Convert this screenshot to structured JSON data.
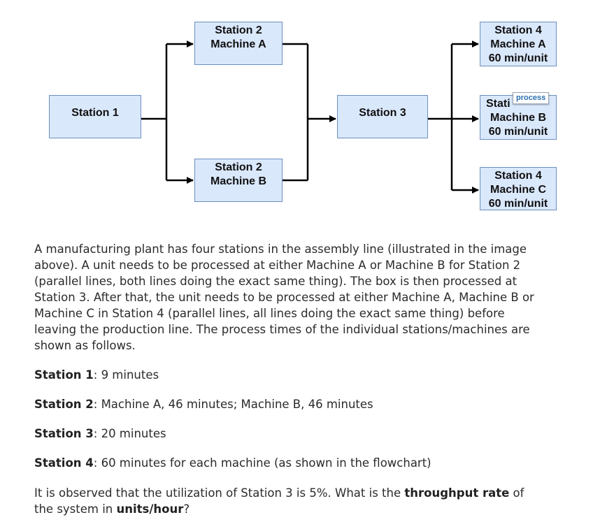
{
  "diagram": {
    "station1": {
      "line1": "Station 1"
    },
    "station2a": {
      "line1": "Station 2",
      "line2": "Machine A"
    },
    "station2b": {
      "line1": "Station 2",
      "line2": "Machine B"
    },
    "station3": {
      "line1": "Station 3"
    },
    "station4a": {
      "line1": "Station 4",
      "line2": "Machine A",
      "line3": "60 min/unit"
    },
    "station4b": {
      "line1": "Stati",
      "line2": "Machine B",
      "line3": "60 min/unit"
    },
    "station4c": {
      "line1": "Station 4",
      "line2": "Machine C",
      "line3": "60 min/unit"
    },
    "tooltip": "process",
    "colors": {
      "box_fill": "#dae8fc",
      "box_border": "#6c8ebf",
      "line": "#000000"
    }
  },
  "problem": {
    "intro": "A manufacturing plant has four stations in the assembly line (illustrated in the image above). A unit needs to be processed at either Machine A or Machine B for Station 2 (parallel lines, both lines doing the exact same thing). The box is then processed at Station 3. After that, the unit needs to be processed at either Machine A, Machine B or Machine C in Station 4 (parallel lines, all lines doing the exact same thing) before leaving the production line. The process times of the individual stations/machines are shown as follows.",
    "s1_label": "Station 1",
    "s1_value": ": 9 minutes",
    "s2_label": "Station 2",
    "s2_value": ": Machine A, 46 minutes; Machine B, 46 minutes",
    "s3_label": "Station 3",
    "s3_value": ": 20 minutes",
    "s4_label": "Station 4",
    "s4_value": ": 60 minutes for each machine (as shown in the flowchart)",
    "question_part1": "It is observed that the utilization of Station 3 is 5%. What is the ",
    "question_bold1": "throughput rate",
    "question_part2": " of the system in ",
    "question_bold2": "units/hour",
    "question_part3": "?"
  }
}
